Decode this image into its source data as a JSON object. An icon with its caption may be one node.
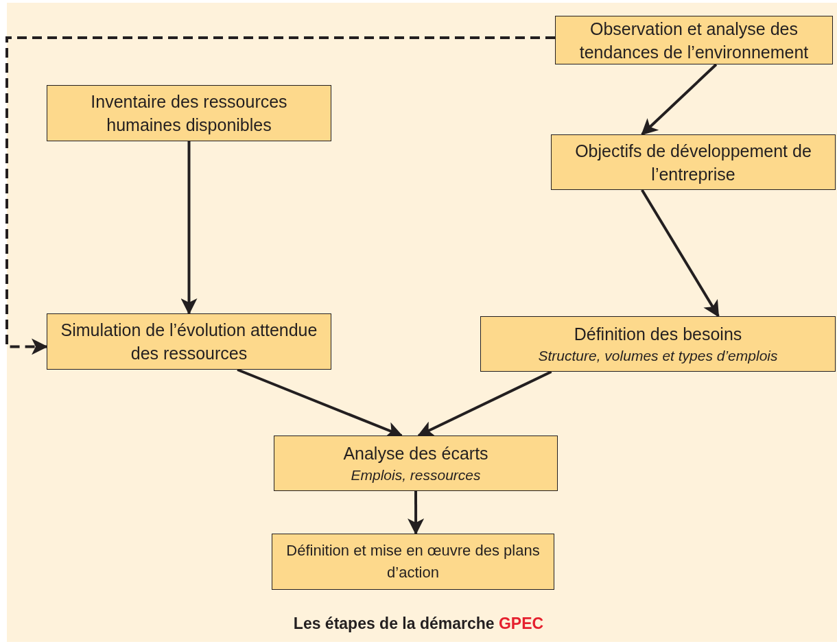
{
  "diagram": {
    "caption": "Les étapes de la démarche GPEC",
    "nodes": [
      {
        "text": [
          "Observation et analyse des tendances de l’environnement"
        ]
      },
      {
        "text": [
          "Inventaire des ressources humaines disponibles"
        ]
      },
      {
        "text": [
          "Objectifs de développement de l’entreprise"
        ]
      },
      {
        "text": [
          "Simulation de l’évolution attendue des ressources"
        ]
      },
      {
        "text": [
          "Définition des besoins",
          "Structure, volumes et types d’emplois"
        ]
      },
      {
        "text": [
          "Analyse des écarts",
          "Emplois, ressources"
        ]
      },
      {
        "text": [
          "Définition et mise en œuvre des plans d’action"
        ]
      }
    ],
    "edges": [
      {
        "from": 0,
        "to": 2,
        "arrow": "to"
      },
      {
        "from": 2,
        "to": 4,
        "arrow": "to"
      },
      {
        "from": 1,
        "to": 3,
        "arrow": "to"
      },
      {
        "from": 3,
        "to": 5,
        "arrow": "to"
      },
      {
        "from": 4,
        "to": 5,
        "arrow": "to"
      },
      {
        "from": 5,
        "to": 6,
        "arrow": "to"
      },
      {
        "from": 0,
        "to": 3,
        "arrow": "to",
        "style": "dashed"
      }
    ]
  }
}
